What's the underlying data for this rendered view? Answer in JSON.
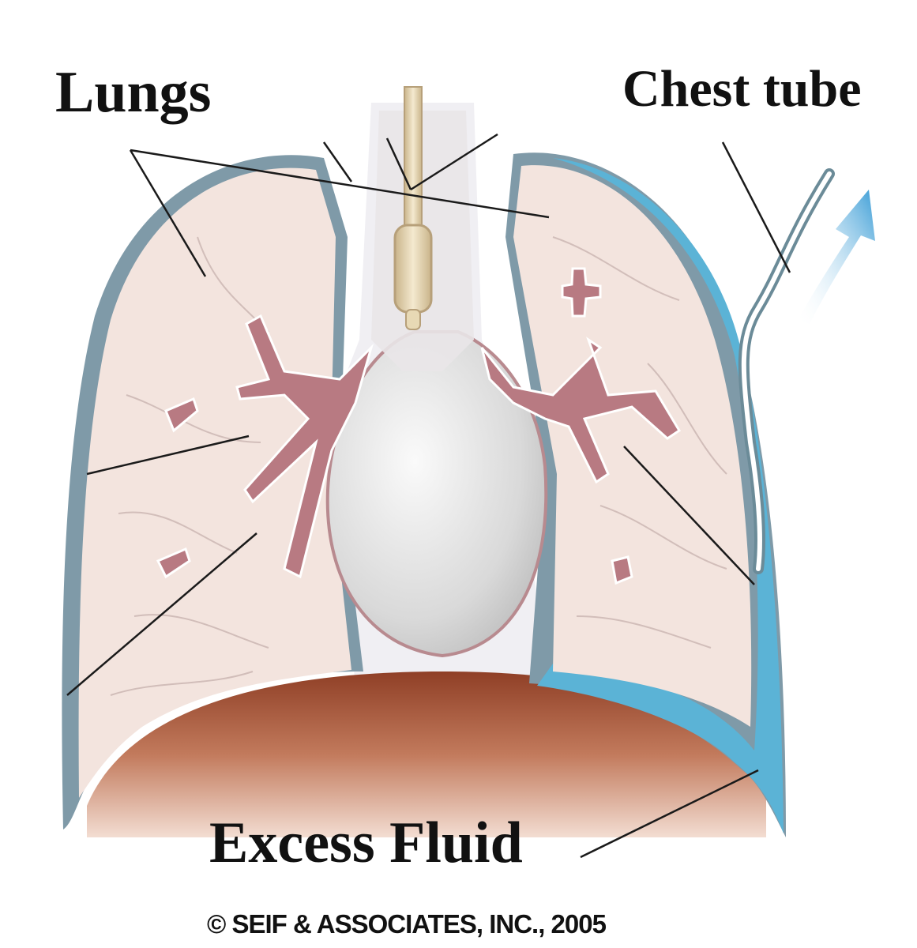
{
  "labels": {
    "lungs": "Lungs",
    "chest_tube": "Chest tube",
    "excess_fluid": "Excess Fluid"
  },
  "copyright": "© SEIF & ASSOCIATES, INC., 2005",
  "colors": {
    "lung_tissue": "#f3e4de",
    "pleura": "#7a98a6",
    "fluid": "#5bb3d6",
    "bronchi": "#b87a82",
    "heart": "#dedede",
    "diaphragm": "#a5583e",
    "tube": "#e6d6b4",
    "arrow": "#4aa6d8"
  }
}
